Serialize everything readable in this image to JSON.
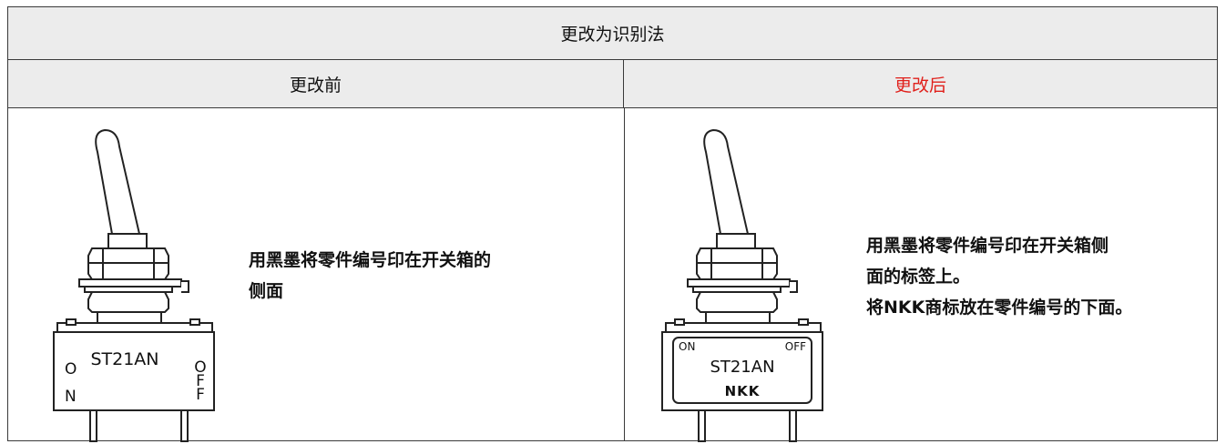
{
  "table_title": "更改为识别法",
  "col_before": "更改前",
  "col_after": "更改后",
  "colors": {
    "after_header": "#e0201b",
    "header_bg": "#ececec"
  },
  "before": {
    "model": "ST21AN",
    "on_label_top": "O",
    "on_label_bottom": "N",
    "off_label": [
      "O",
      "F",
      "F"
    ],
    "description": "用黑墨将零件编号印在开关箱的\n侧面"
  },
  "after": {
    "model": "ST21AN",
    "on_label": "ON",
    "off_label": "OFF",
    "brand": "NKK",
    "description": "用黑墨将零件编号印在开关箱侧\n面的标签上。\n将NKK商标放在零件编号的下面。"
  }
}
